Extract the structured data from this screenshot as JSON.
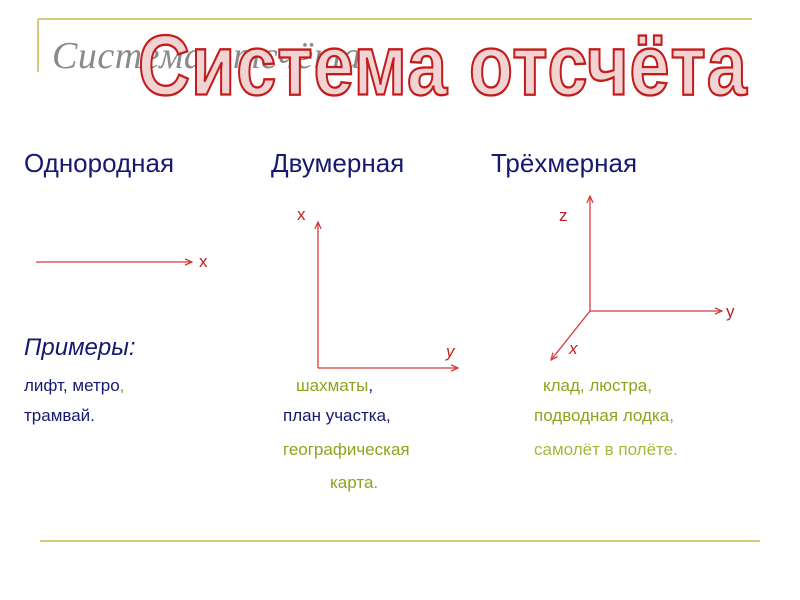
{
  "title": {
    "ghost": "Система отсчёта",
    "main": "Система отсчёта"
  },
  "columns": [
    {
      "name": "Однородная"
    },
    {
      "name": "Двумерная"
    },
    {
      "name": "Трёхмерная"
    }
  ],
  "axes": {
    "one_d": {
      "x": "x"
    },
    "two_d": {
      "vertical": "x",
      "horizontal": "y"
    },
    "three_d": {
      "vertical": "z",
      "horizontal": "y",
      "diagonal": "x"
    }
  },
  "examples": {
    "heading": "Примеры:",
    "one_d": {
      "line1_a": "лифт, метро",
      "line1_b": ",",
      "line2": "трамвай."
    },
    "two_d": {
      "line1_a": "шахматы",
      "line1_b": ",",
      "line2": "план участка,",
      "line3": "географическая",
      "line4": "карта."
    },
    "three_d": {
      "line1": "клад, люстра,",
      "line2": "подводная лодка,",
      "line3": "самолёт в полёте."
    }
  },
  "colors": {
    "frame": "#d8c878",
    "axis": "#d43a3a",
    "heading": "#161a6e",
    "example_olive": "#8da51c",
    "title_stroke": "#c41b1b"
  }
}
